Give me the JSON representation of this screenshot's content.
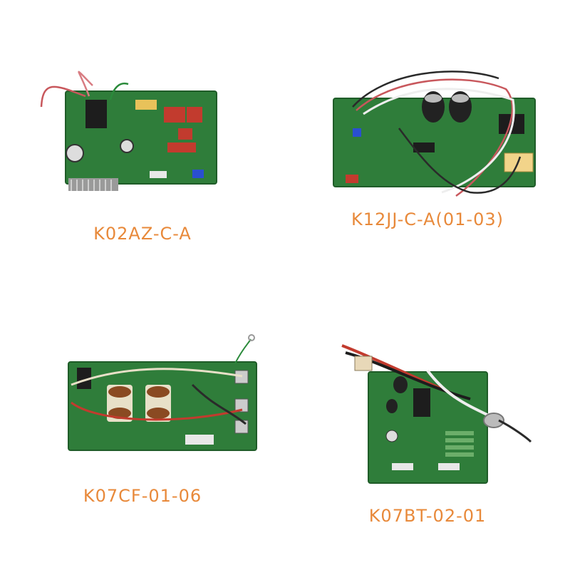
{
  "palette": {
    "caption_color": "#e8893a",
    "board_green": "#2f7d3a",
    "background": "#ffffff"
  },
  "products": [
    {
      "label": "K02AZ-C-A"
    },
    {
      "label": "K12JJ-C-A(01-03)"
    },
    {
      "label": "K07CF-01-06"
    },
    {
      "label": "K07BT-02-01"
    }
  ]
}
